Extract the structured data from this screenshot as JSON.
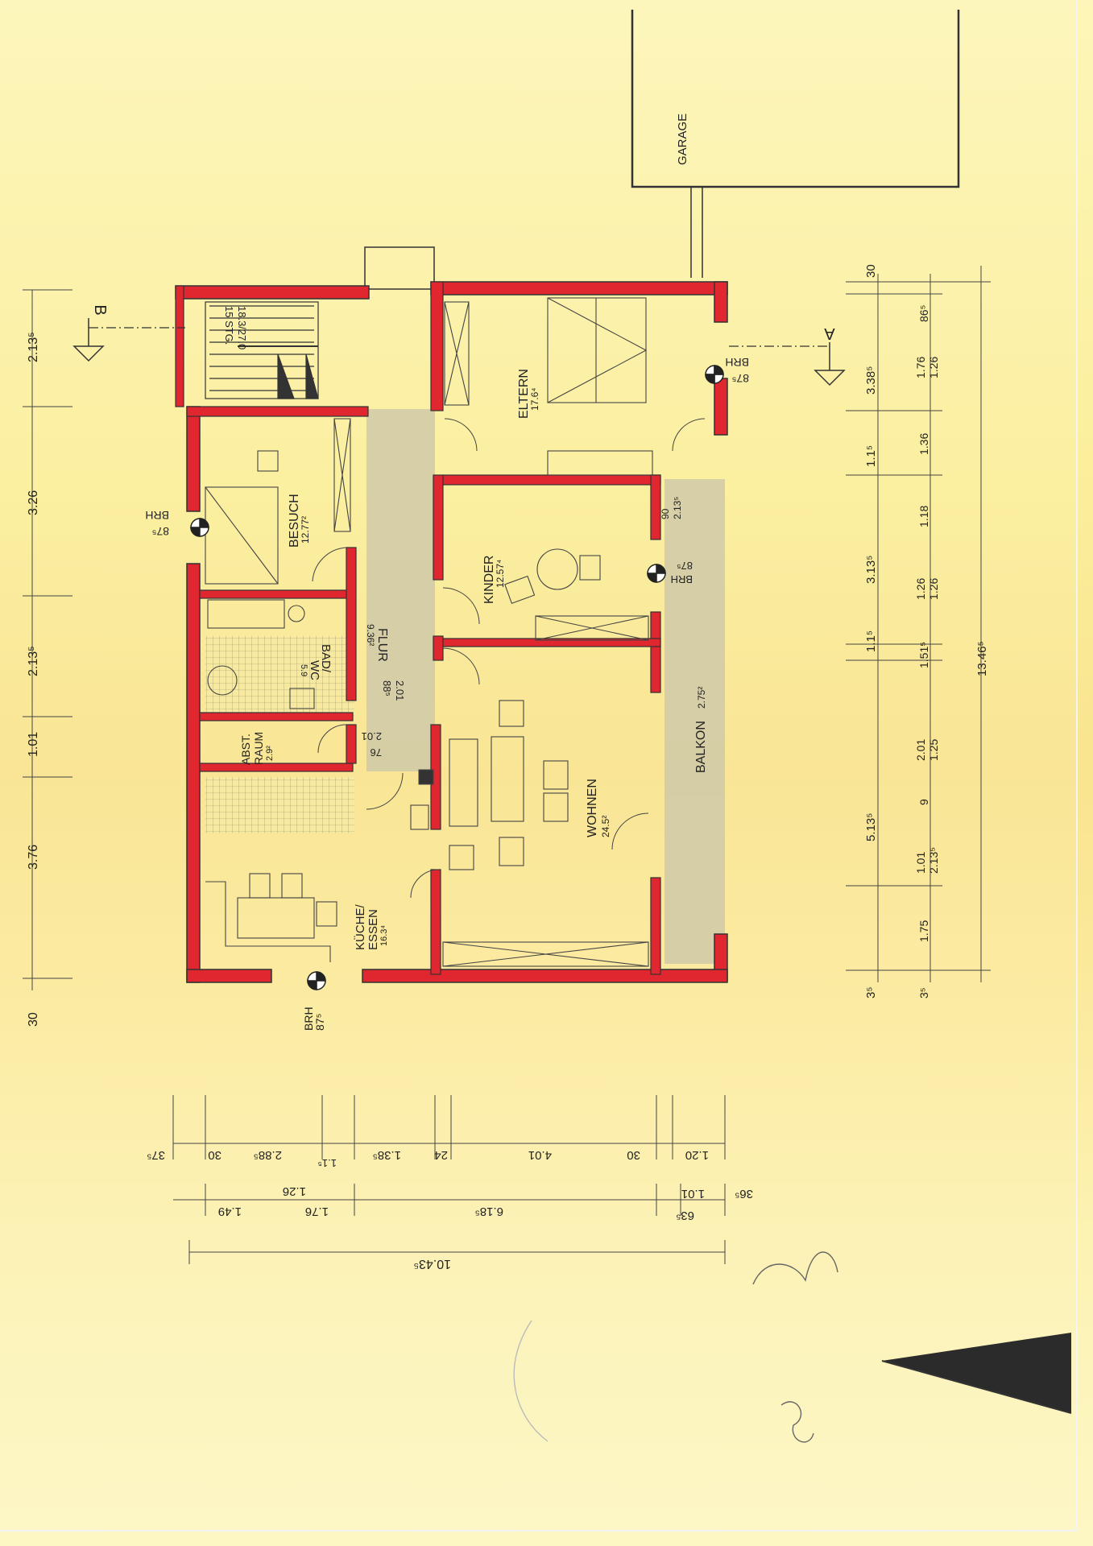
{
  "plan": {
    "section_marks": {
      "b": "B",
      "a": "A"
    },
    "rooms": {
      "garage": "GARAGE",
      "eltern": {
        "name": "ELTERN",
        "area": "17.6⁴"
      },
      "besuch": {
        "name": "BESUCH",
        "area": "12.77²"
      },
      "kinder": {
        "name": "KINDER",
        "area": "12.57⁴"
      },
      "flur": {
        "name": "FLUR",
        "area": "9.36²"
      },
      "bad": {
        "name1": "BAD/",
        "name2": "WC",
        "area": "5.9"
      },
      "abst": {
        "name1": "ABST.",
        "name2": "RAUM",
        "area": "2.9²"
      },
      "kueche": {
        "name1": "KÜCHE/",
        "name2": "ESSEN",
        "area": "16.3⁴"
      },
      "wohnen": {
        "name": "WOHNEN",
        "area": "24.5²"
      },
      "balkon": {
        "name": "BALKON",
        "area": "2.75²"
      }
    },
    "stair_label1": "18.3/27.0",
    "stair_label2": "15 STG.",
    "brh": {
      "label": "BRH",
      "value": "87⁵"
    },
    "door_dims": {
      "d1_top": "2.13⁵",
      "d1_bottom": "90",
      "d2_top": "2.01",
      "d2_bottom": "88⁵",
      "d3_top": "2.01",
      "d3_bottom": "76"
    },
    "dims_left": [
      "2.13⁵",
      "3.26",
      "2.13⁵",
      "1.01",
      "3.76",
      "30"
    ],
    "dims_right_outer": [
      "30",
      "3.38⁵",
      "1.1⁵",
      "3.13⁵",
      "1.1⁵",
      "5.13⁵",
      "3⁵"
    ],
    "dims_right_inner": [
      "86⁵",
      "1.76",
      "1.26",
      "1.36",
      "1.18",
      "1.26",
      "1.26",
      "1.51⁵",
      "2.01",
      "1.25",
      "9",
      "1.01",
      "2.13⁵",
      "1.75",
      "3⁵"
    ],
    "dims_right_total": "13.46⁵",
    "dims_bottom_row1": [
      "37⁵",
      "30",
      "2.88⁵",
      "1.1⁵",
      "1.38⁵",
      "24",
      "4.01",
      "30",
      "1.20"
    ],
    "dims_bottom_row2": [
      "1.49",
      "1.76",
      "1.26",
      "6.18⁵",
      "63⁵",
      "1.01",
      "36⁵"
    ],
    "dims_bottom_total": "10.43⁵"
  }
}
